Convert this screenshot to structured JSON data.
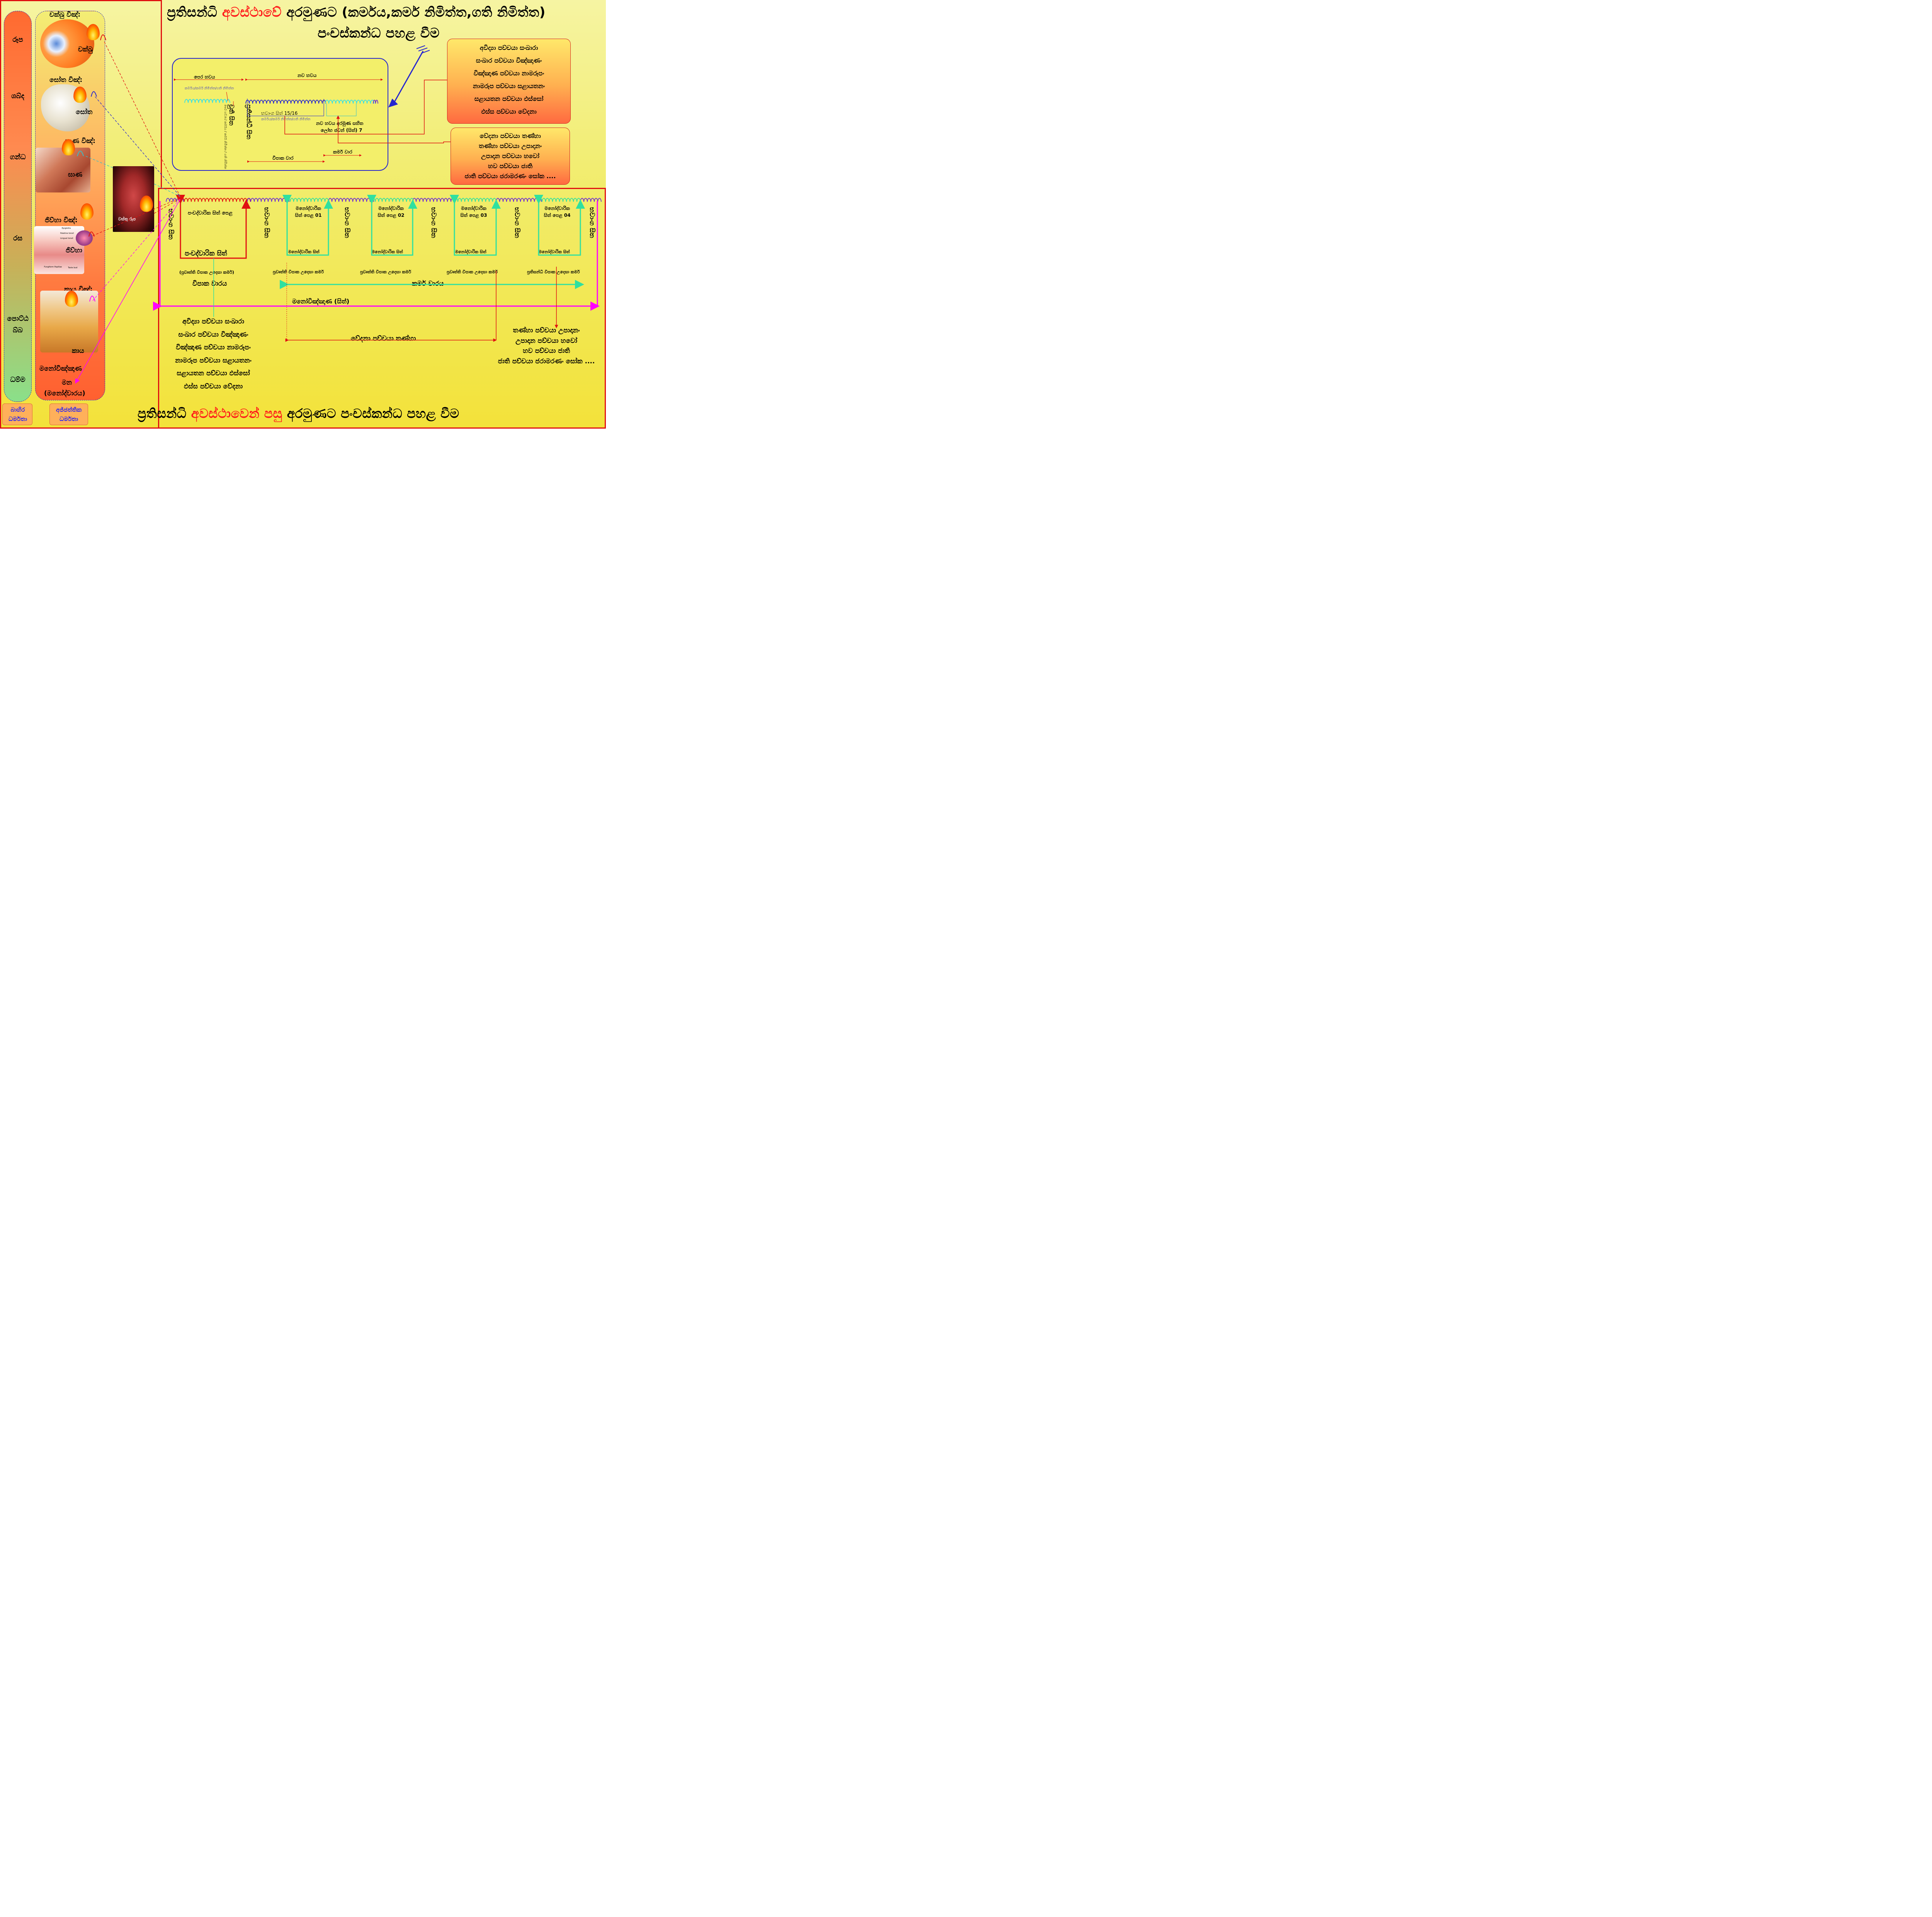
{
  "colors": {
    "accent_red": "#ff1a1a",
    "frame_red": "#e01010",
    "frame_blue": "#2424d0",
    "bhavanga_purple": "#6a2ad4",
    "pancadvara_red": "#e01010",
    "manodvara_green": "#2fe0a0",
    "mano_magenta": "#ff00ff",
    "cyan_wave": "#33e0e8"
  },
  "title_top": {
    "line1_before": "ප්‍රතිසන්ධි",
    "line1_accent": "අවස්ථාවේ",
    "line1_after": "අරමුණට (කර්මය,කර්ම නිමිත්ත,ගති නිමිත්ත)",
    "line2": "පංචස්කන්ධ පහළ වීම"
  },
  "title_bottom": {
    "before": "ප්‍රතිසන්ධි",
    "accent": "අවස්ථාවෙන් පසු",
    "after": "අරමුණට පංචස්කන්ධ පහළ වීම"
  },
  "bahira": {
    "items": [
      "රූප",
      "ශබ්ද",
      "ගන්ධ",
      "රස",
      "පොට්ඨබ්බ",
      "ධම්ම"
    ],
    "label": "බාහිර ධර්මතා"
  },
  "ajjhattika": {
    "label": "අජ්ජත්තික ධර්මතා",
    "organs": [
      {
        "title": "චක්ඛු විඤ්:",
        "name": "චක්ඛු"
      },
      {
        "title": "සෝත විඤ්:",
        "name": "සෝත"
      },
      {
        "title": "ඝාණ විඤ්:",
        "name": "ඝාණ"
      },
      {
        "title": "ජිව්හා විඤ්:",
        "name": "ජිව්හා"
      },
      {
        "title": "කාය විඤ්:",
        "name": "කාය"
      }
    ],
    "tongue_labels": [
      "Epiglottis",
      "Palatine tonsil",
      "Lingual tonsil",
      "Fungiform Papillae",
      "Taste bud"
    ],
    "mana_title": "මනෝවිඤ්ඤාණ",
    "mana_name": "මන",
    "mana_sub": "(මනෝද්වාරය)"
  },
  "heart": {
    "label": "වස්තු රූප"
  },
  "inset": {
    "pera_bhavaya": "පෙර හවය",
    "nava_bhavaya": "නව හවය",
    "karma_nimitta": "කර්මය/කර්ම නිමිත්ත/ගති නිමිත්ත",
    "cuti": "චුති සිත",
    "patisandhi": "ප්‍රතිසන්ධි සිත",
    "pera_vertical": "පෙර හවයේ කර්මය / කර්ම නිමිත්ත / ගති නිමිත්ත",
    "bhavanga": "භවාංග සිත් 15/16",
    "bhavanga_sub": "කර්මය/කර්ම නිමිත්ත/ගති නිමිත්ත",
    "nava_arammana": "නව හවය අරමුණ සහිත",
    "lobha": "ලෝභ ජවන් (සිත්) 7",
    "vipaka": "විපාක වාර",
    "karma": "කර්ම වාර"
  },
  "box_one": [
    "අවිද්‍යා පච්චයා සංඛාරා",
    "සංඛාර පච්චයා විඤ්ඤාණං",
    "විඤ්ඤාණ පච්චයා නාමරූපං",
    "නාමරූප පච්චයා සළායතනං",
    "සළායතන පච්චයා ඵස්සෝ",
    "ඵස්ස පච්චයා වේදනා"
  ],
  "box_two": [
    "වේදනා පච්චයා තණ්හා",
    "තණ්හා පච්චයා උපාදානං",
    "උපාදාන පච්චයා හවෝ",
    "හව පච්චයා ජාති",
    "ජාති පච්චයා ජරාමරණං සෝක ...."
  ],
  "timeline": {
    "bhavanga": "භවාංග සිත",
    "pancadvarika_pela": "පංචද්වාරික සිත් පෙළ",
    "pancadvarika": "පංචද්වාරික සිත්",
    "pancadvarika_note": "(ප්‍රවෘත්ති විපාක උදෙසා කර්ම)",
    "manodvarika_pela": [
      "මනෝද්වාරික සිත් පෙළ 01",
      "මනෝද්වාරික සිත් පෙළ 02",
      "මනෝද්වාරික සිත් පෙළ 03",
      "මනෝද්වාරික සිත් පෙළ 04"
    ],
    "manodvarika": "මනෝද්වාරික සිත්",
    "notes": [
      "ප්‍රවෘත්ති විපාක උදෙසා කර්ම",
      "ප්‍රවෘත්ති විපාක උදෙසා කර්ම",
      "ප්‍රවෘත්ති විපාක උදෙසා කර්ම",
      "ප්‍රතිසන්ධි විපාක උදෙසා කර්ම"
    ],
    "vipaka_varaya": "විපාක වාරය",
    "karma_varaya": "කර්ම වාරය",
    "manovinnana": "මනෝවිඤ්ඤාණ (සිත්)",
    "vedana_tanha": "වේදනා පච්චයා තණ්හා"
  },
  "chain_bottom_left": [
    "අවිද්‍යා පච්චයා සංඛාරා",
    "සංඛාර පච්චයා විඤ්ඤාණං",
    "විඤ්ඤාණ පච්චයා නාමරූපං",
    "නාමරූප පච්චයා සළායතනං",
    "සළායතන පච්චයා ඵස්සෝ",
    "ඵස්ස පච්චයා වේදනා"
  ],
  "chain_bottom_right": [
    "තණ්හා පච්චයා උපාදානං",
    "උපාදාන පච්චයා හවෝ",
    "හව පච්චයා ජාති",
    "ජාති පච්චයා ජරාමරණං සෝක ...."
  ]
}
